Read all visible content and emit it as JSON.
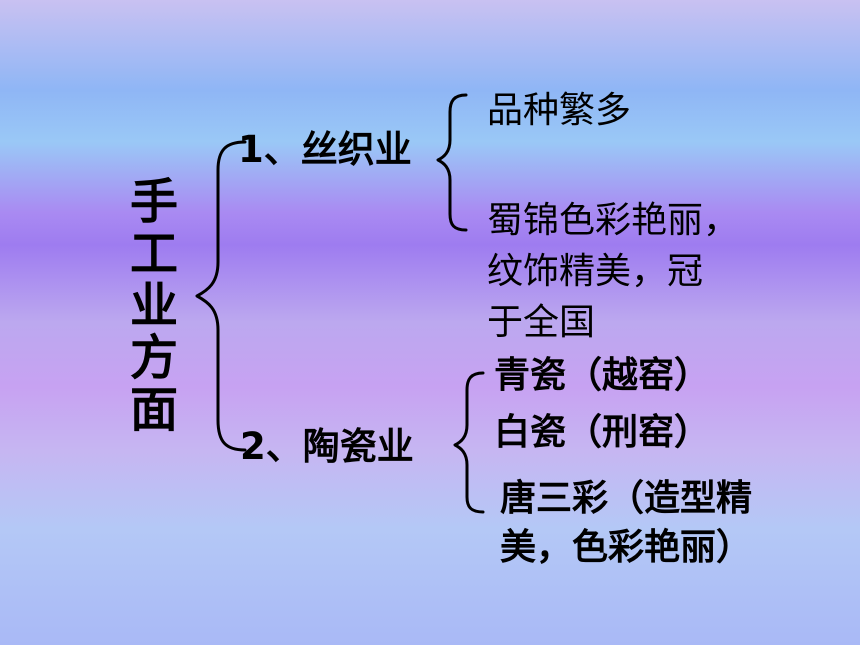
{
  "root": {
    "chars": [
      "手",
      "工",
      "业",
      "方",
      "面"
    ]
  },
  "branches": [
    {
      "label": "1、丝织业",
      "items": [
        "品种繁多",
        "蜀锦色彩艳丽，\n纹饰精美，冠\n于全国"
      ]
    },
    {
      "label": "2、陶瓷业",
      "items": [
        "青瓷（越窑）",
        "白瓷（刑窑）",
        "唐三彩（造型精\n美，色彩艳丽）"
      ]
    }
  ]
}
